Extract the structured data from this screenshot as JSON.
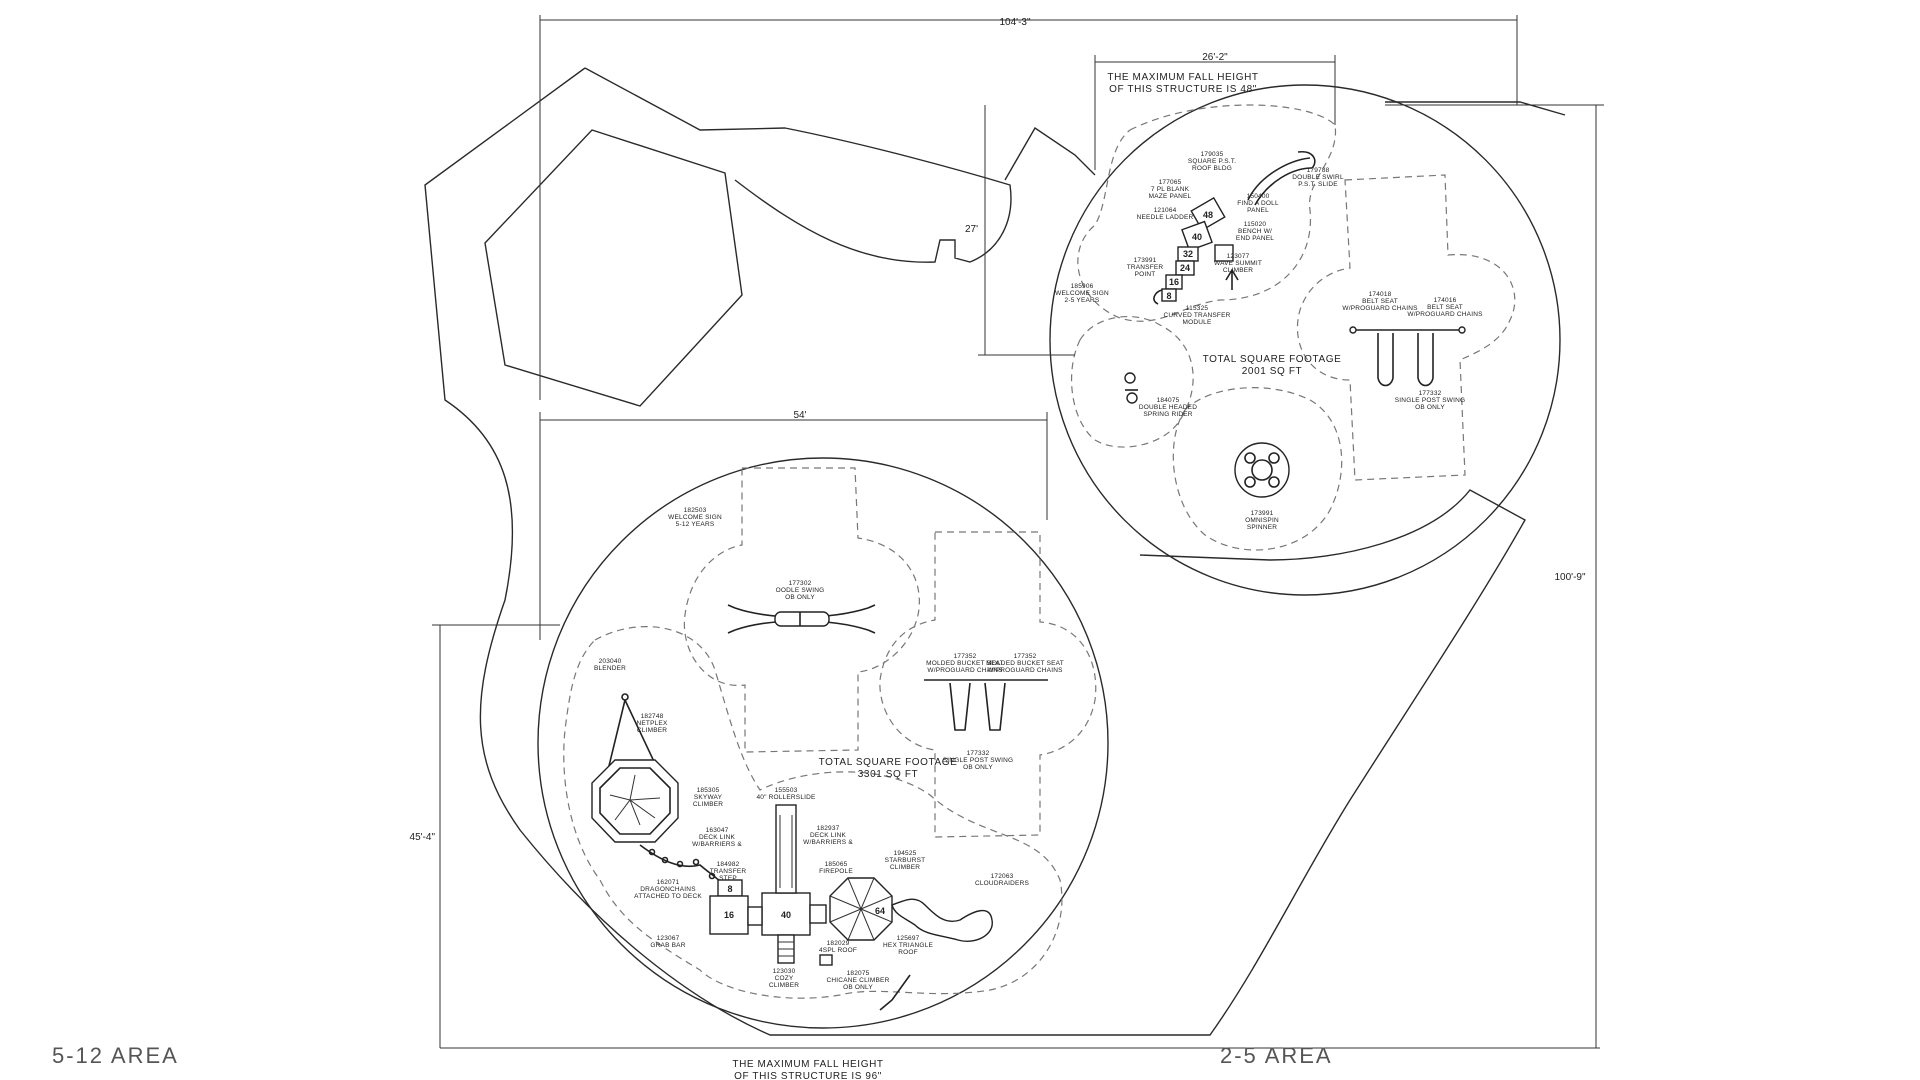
{
  "areas": {
    "left_label": "5-12 AREA",
    "right_label": "2-5 AREA"
  },
  "dimensions": {
    "overall_width": "104'-3\"",
    "overall_height": "100'-9\"",
    "large_width": "54'",
    "large_height": "45'-4\"",
    "small_width": "26'-2\"",
    "small_height": "27'"
  },
  "small_structure": {
    "fall_height_line1": "THE MAXIMUM FALL HEIGHT",
    "fall_height_line2": "OF THIS STRUCTURE IS 48\"",
    "sqft_line1": "TOTAL SQUARE FOOTAGE",
    "sqft_line2": "2001 SQ FT",
    "labels": [
      {
        "l1": "179035",
        "l2": "SQUARE P.S.T.",
        "l3": "ROOF BLDG"
      },
      {
        "l1": "177065",
        "l2": "7 PL BLANK",
        "l3": "MAZE PANEL"
      },
      {
        "l1": "179788",
        "l2": "DOUBLE SWIRL",
        "l3": "P.S.T. SLIDE"
      },
      {
        "l1": "150400",
        "l2": "FIND A DOLL",
        "l3": "PANEL"
      },
      {
        "l1": "121064",
        "l2": "NEEDLE LADDER",
        "l3": ""
      },
      {
        "l1": "115020",
        "l2": "BENCH W/",
        "l3": "END PANEL"
      },
      {
        "l1": "123077",
        "l2": "WAVE SUMMIT",
        "l3": "CLIMBER"
      },
      {
        "l1": "185906",
        "l2": "WELCOME SIGN",
        "l3": "2-5 YEARS"
      },
      {
        "l1": "115325",
        "l2": "CURVED TRANSFER",
        "l3": "MODULE"
      },
      {
        "l1": "184075",
        "l2": "DOUBLE HEADED",
        "l3": "SPRING RIDER"
      },
      {
        "l1": "174018",
        "l2": "BELT SEAT",
        "l3": "W/PROGUARD CHAINS"
      },
      {
        "l1": "174016",
        "l2": "BELT SEAT",
        "l3": "W/PROGUARD CHAINS"
      },
      {
        "l1": "177332",
        "l2": "SINGLE POST SWING",
        "l3": "OB ONLY"
      },
      {
        "l1": "173991",
        "l2": "TRANSFER",
        "l3": "POINT"
      },
      {
        "l1": "173991",
        "l2": "OMNISPIN",
        "l3": "SPINNER"
      }
    ]
  },
  "large_structure": {
    "fall_height_line1": "THE MAXIMUM FALL HEIGHT",
    "fall_height_line2": "OF THIS STRUCTURE IS 96\"",
    "sqft_line1": "TOTAL SQUARE FOOTAGE",
    "sqft_line2": "3301 SQ FT",
    "labels": [
      {
        "l1": "182503",
        "l2": "WELCOME SIGN",
        "l3": "5-12 YEARS"
      },
      {
        "l1": "177302",
        "l2": "OODLE SWING",
        "l3": "OB ONLY"
      },
      {
        "l1": "177352",
        "l2": "MOLDED BUCKET SEAT",
        "l3": "W/PROGUARD CHAINS"
      },
      {
        "l1": "177352",
        "l2": "MOLDED BUCKET SEAT",
        "l3": "W/PROGUARD CHAINS"
      },
      {
        "l1": "177332",
        "l2": "SINGLE POST SWING",
        "l3": "OB ONLY"
      },
      {
        "l1": "203040",
        "l2": "BLENDER",
        "l3": ""
      },
      {
        "l1": "182748",
        "l2": "NETPLEX",
        "l3": "CLIMBER"
      },
      {
        "l1": "185305",
        "l2": "SKYWAY",
        "l3": "CLIMBER"
      },
      {
        "l1": "155503",
        "l2": "40\" ROLLERSLIDE",
        "l3": ""
      },
      {
        "l1": "163047",
        "l2": "DECK LINK",
        "l3": "W/BARRIERS &"
      },
      {
        "l1": "182937",
        "l2": "DECK LINK",
        "l3": "W/BARRIERS &"
      },
      {
        "l1": "194525",
        "l2": "STARBURST",
        "l3": "CLIMBER"
      },
      {
        "l1": "184982",
        "l2": "TRANSFER",
        "l3": "STEP"
      },
      {
        "l1": "185065",
        "l2": "FIREPOLE",
        "l3": ""
      },
      {
        "l1": "172063",
        "l2": "CLOUDRAIDERS",
        "l3": ""
      },
      {
        "l1": "162071",
        "l2": "DRAGONCHAINS",
        "l3": "ATTACHED TO DECK"
      },
      {
        "l1": "123067",
        "l2": "GRAB BAR",
        "l3": ""
      },
      {
        "l1": "123030",
        "l2": "COZY",
        "l3": "CLIMBER"
      },
      {
        "l1": "182029",
        "l2": "4SPL ROOF",
        "l3": ""
      },
      {
        "l1": "125697",
        "l2": "HEX TRIANGLE",
        "l3": "ROOF"
      },
      {
        "l1": "182075",
        "l2": "CHICANE CLIMBER",
        "l3": "OB ONLY"
      }
    ]
  },
  "deck_heights": {
    "small": [
      "48",
      "40",
      "32",
      "24",
      "16",
      "8"
    ],
    "large": [
      "8",
      "16",
      "40",
      "64"
    ]
  }
}
